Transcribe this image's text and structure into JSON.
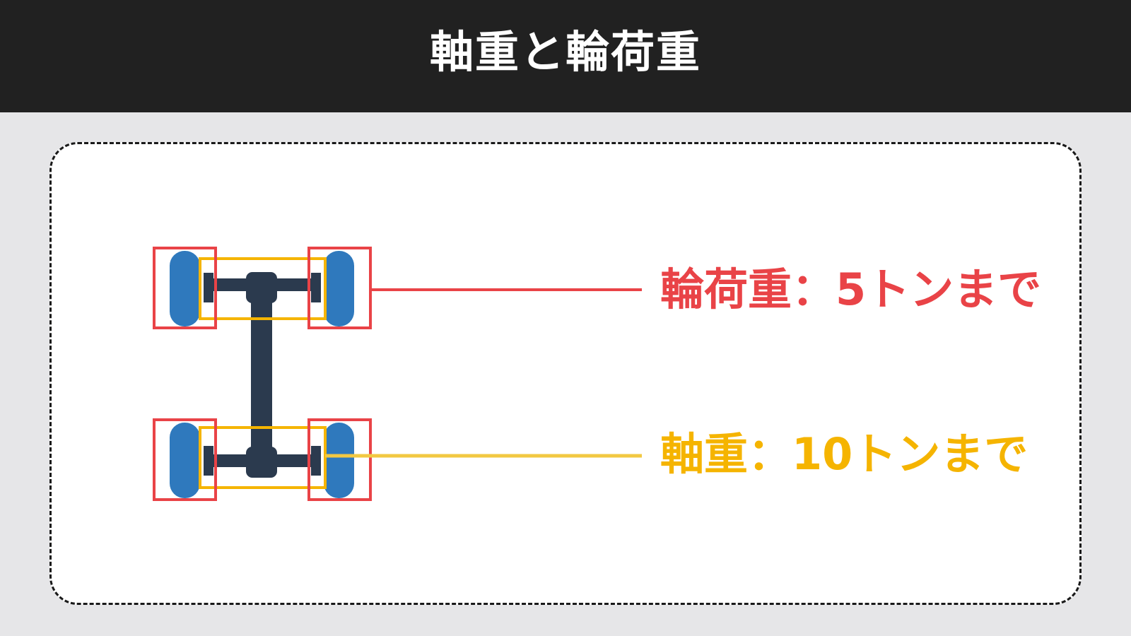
{
  "header": {
    "title": "軸重と輪荷重"
  },
  "labels": {
    "wheel_load": "輪荷重：5トンまで",
    "axle_load": "軸重：10トンまで"
  },
  "colors": {
    "header_bg": "#212121",
    "page_bg": "#e6e6e8",
    "panel_bg": "#ffffff",
    "wheel_load": "#e94347",
    "axle_load": "#f5b400",
    "axle_line": "#f2c842",
    "tire": "#2f79bd",
    "chassis": "#2b3a4e"
  }
}
